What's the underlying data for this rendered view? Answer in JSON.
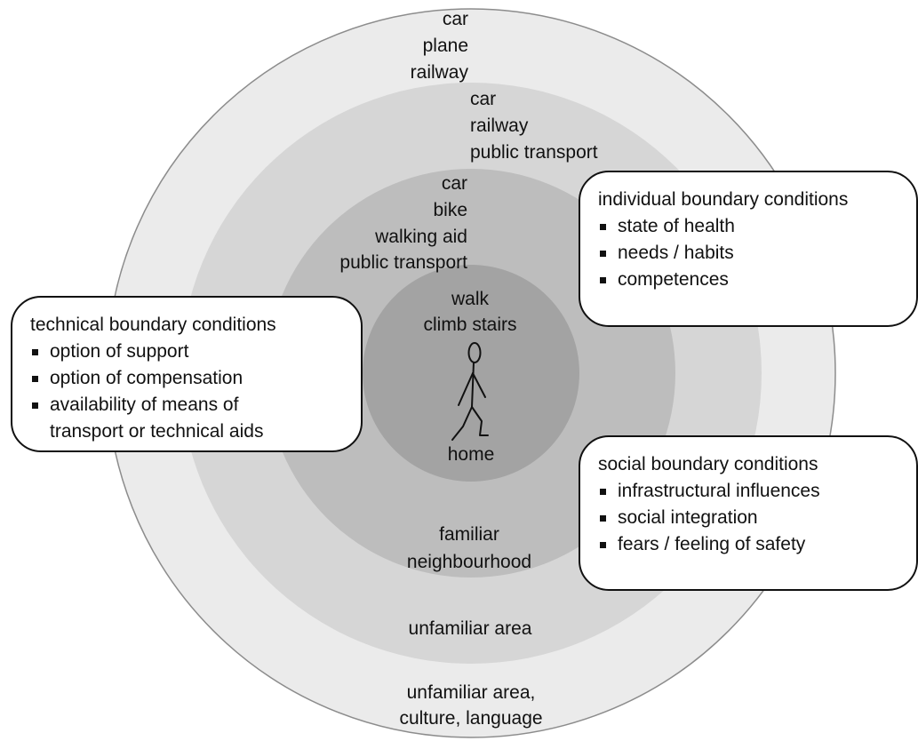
{
  "colors": {
    "ring_outer": "#ebebeb",
    "ring_outer_stroke": "#8c8c8c",
    "ring_second": "#d6d6d6",
    "ring_third": "#bdbdbd",
    "ring_inner": "#a3a3a3",
    "box_border": "#111111",
    "text": "#111111"
  },
  "rings": {
    "outer": {
      "transport": [
        "car",
        "plane",
        "railway"
      ],
      "area": [
        "unfamiliar area,",
        "culture, language"
      ]
    },
    "second": {
      "transport": [
        "car",
        "railway",
        "public transport"
      ],
      "area": [
        "unfamiliar area"
      ]
    },
    "third": {
      "transport": [
        "car",
        "bike",
        "walking aid",
        "public transport"
      ],
      "area": [
        "familiar",
        "neighbourhood"
      ]
    },
    "inner": {
      "activities": [
        "walk",
        "climb stairs"
      ],
      "figure_icon": "stick-figure-walking-icon",
      "area": "home"
    }
  },
  "boxes": {
    "technical": {
      "title": "technical boundary conditions",
      "items": [
        "option of support",
        "option of compensation",
        "availability of means of transport or technical aids"
      ],
      "item3_lines": [
        "availability of means of",
        "transport or technical aids"
      ]
    },
    "individual": {
      "title": "individual boundary conditions",
      "items": [
        "state of health",
        "needs / habits",
        "competences"
      ]
    },
    "social": {
      "title": "social boundary conditions",
      "items": [
        "infrastructural influences",
        "social integration",
        "fears / feeling of safety"
      ]
    }
  }
}
